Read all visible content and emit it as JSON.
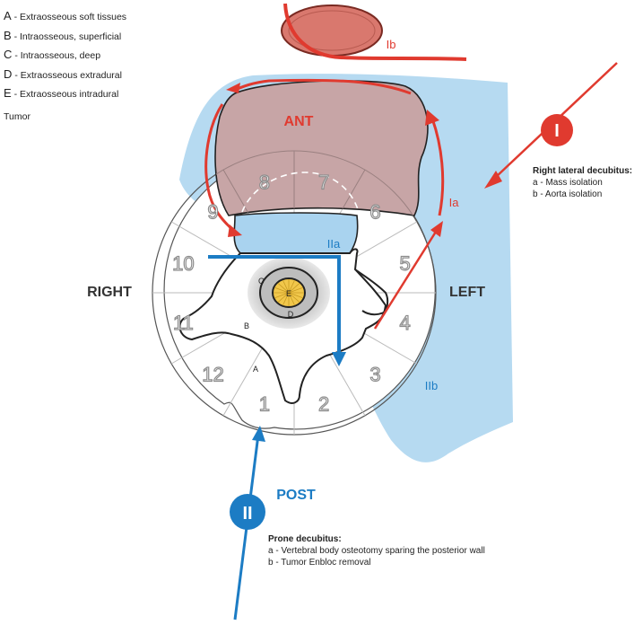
{
  "legend": [
    {
      "letter": "A",
      "text": "- Extraosseous soft tissues"
    },
    {
      "letter": "B",
      "text": "- Intraosseous, superficial"
    },
    {
      "letter": "C",
      "text": "- Intraosseous, deep"
    },
    {
      "letter": "D",
      "text": "- Extraosseous extradural"
    },
    {
      "letter": "E",
      "text": "- Extraosseous intradural"
    }
  ],
  "tumor_label": "Tumor",
  "orientation": {
    "ant": "ANT",
    "post": "POST",
    "right": "RIGHT",
    "left": "LEFT"
  },
  "zones": [
    "1",
    "2",
    "3",
    "4",
    "5",
    "6",
    "7",
    "8",
    "9",
    "10",
    "11",
    "12"
  ],
  "region_letters": {
    "a": "A",
    "b": "B",
    "c": "C",
    "d": "D",
    "e": "E"
  },
  "approach_labels": {
    "Ia": "Ia",
    "Ib": "Ib",
    "IIa": "IIa",
    "IIb": "IIb"
  },
  "approach_badges": {
    "I": "I",
    "II": "II"
  },
  "right_lateral": {
    "title": "Right lateral decubitus:",
    "items": [
      "a - Mass isolation",
      "b - Aorta isolation"
    ]
  },
  "prone": {
    "title": "Prone decubitus:",
    "items": [
      "a - Vertebral body osteotomy sparing the posterior wall",
      "b - Tumor Enbloc removal"
    ]
  },
  "colors": {
    "red": "#e03a2f",
    "blue": "#1c7cc4",
    "light_blue": "#a9d3ef",
    "tumor": "#c7a5a6",
    "aorta": "#d9786e",
    "text_gray": "#8c8c8c",
    "dark": "#333333"
  }
}
